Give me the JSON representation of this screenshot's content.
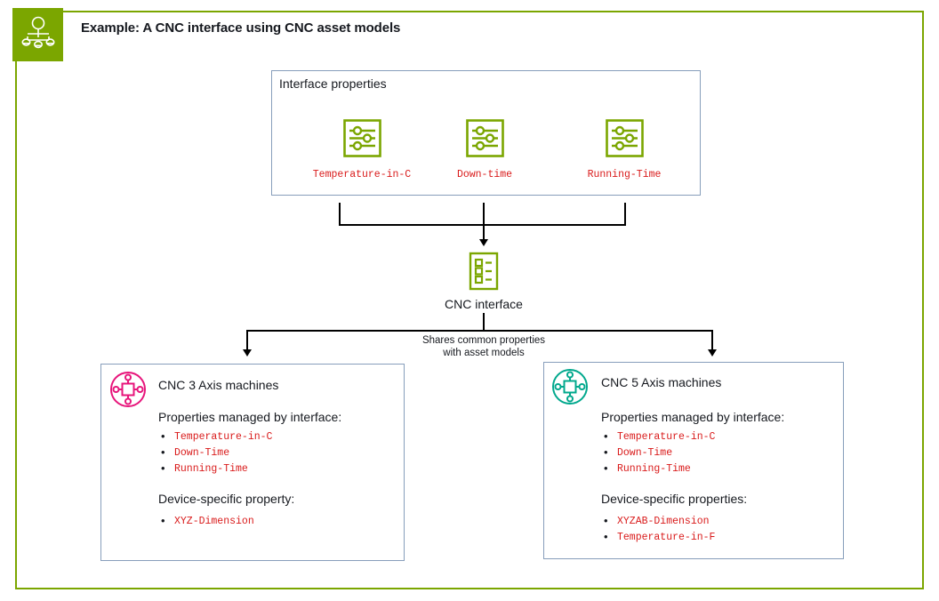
{
  "header": {
    "logo_icon": "asset-hierarchy-icon",
    "logo_color": "#7ba600",
    "title": "Example: A CNC interface using CNC asset models"
  },
  "colors": {
    "frame_green": "#7ba600",
    "panel_border": "#879ebb",
    "property_red": "#d91a1a",
    "icon_green": "#7ba600",
    "cnc3_icon": "#e7157b",
    "cnc5_icon": "#01a88d",
    "text": "#16191f"
  },
  "interface_properties": {
    "title": "Interface properties",
    "items": [
      {
        "icon": "sliders-icon",
        "label": "Temperature-in-C"
      },
      {
        "icon": "sliders-icon",
        "label": "Down-time"
      },
      {
        "icon": "sliders-icon",
        "label": "Running-Time"
      }
    ]
  },
  "cnc_interface": {
    "icon": "checklist-icon",
    "label": "CNC interface"
  },
  "edge_caption": {
    "line1": "Shares common properties",
    "line2": "with asset models"
  },
  "machines": [
    {
      "icon": "machine-axis-icon",
      "name": "CNC 3 Axis machines",
      "managed_heading": "Properties managed by interface:",
      "managed_properties": [
        "Temperature-in-C",
        "Down-Time",
        "Running-Time"
      ],
      "specific_heading": "Device-specific property:",
      "specific_properties": [
        "XYZ-Dimension"
      ]
    },
    {
      "icon": "machine-axis-icon",
      "name": "CNC 5 Axis machines",
      "managed_heading": "Properties managed by interface:",
      "managed_properties": [
        "Temperature-in-C",
        "Down-Time",
        "Running-Time"
      ],
      "specific_heading": "Device-specific properties:",
      "specific_properties": [
        "XYZAB-Dimension",
        "Temperature-in-F"
      ]
    }
  ]
}
